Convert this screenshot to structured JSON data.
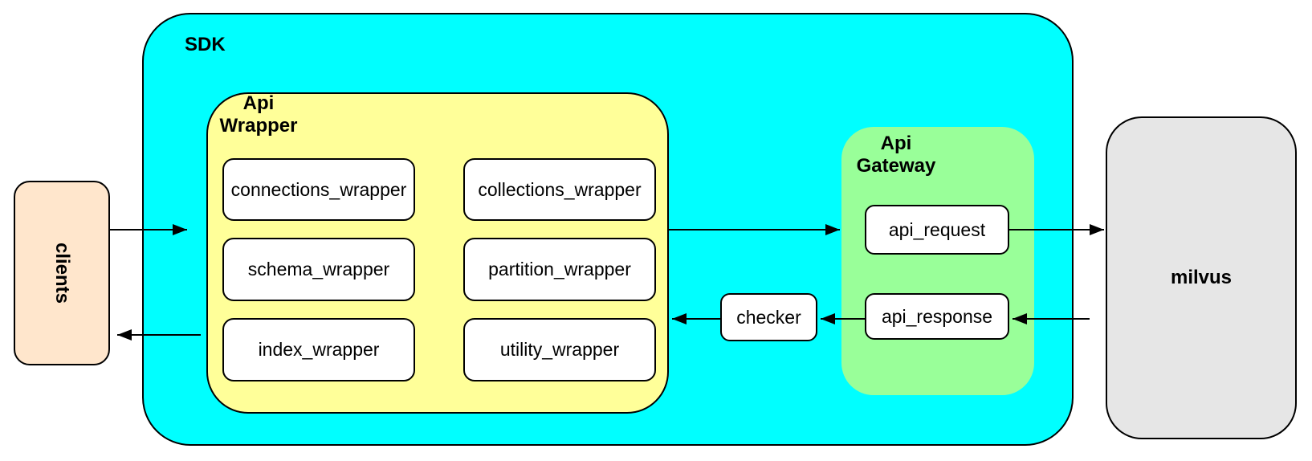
{
  "diagram": {
    "clients": {
      "label": "clients",
      "fill": "#FFE6CC"
    },
    "sdk": {
      "label": "SDK",
      "fill": "#00FFFF"
    },
    "api_wrapper": {
      "label": "Api\nWrapper",
      "fill": "#FFFF99",
      "boxes": [
        "connections_wrapper",
        "collections_wrapper",
        "schema_wrapper",
        "partition_wrapper",
        "index_wrapper",
        "utility_wrapper"
      ]
    },
    "checker": {
      "label": "checker",
      "fill": "#FFFFFF"
    },
    "api_gateway": {
      "label": "Api\nGateway",
      "fill": "#99FF99",
      "boxes": [
        "api_request",
        "api_response"
      ]
    },
    "milvus": {
      "label": "milvus",
      "fill": "#E6E6E6"
    },
    "stroke_color": "#000000",
    "edges": [
      {
        "from": "clients",
        "to": "sdk"
      },
      {
        "from": "api_wrapper",
        "to": "api_request"
      },
      {
        "from": "api_request",
        "to": "milvus"
      },
      {
        "from": "milvus",
        "to": "api_response"
      },
      {
        "from": "api_response",
        "to": "checker"
      },
      {
        "from": "checker",
        "to": "api_wrapper"
      },
      {
        "from": "api_wrapper",
        "to": "clients"
      }
    ]
  }
}
